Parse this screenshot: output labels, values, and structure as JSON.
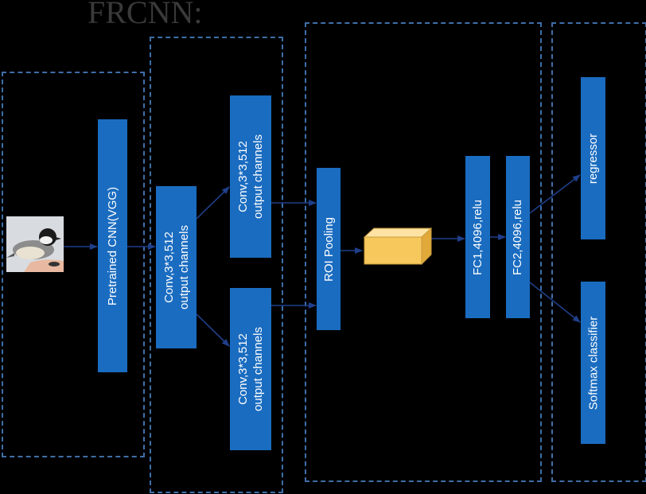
{
  "title": "FRCNN:",
  "blocks": {
    "pretrained": {
      "text": "Pretrained CNN(VGG)"
    },
    "conv_main": {
      "line1": "Conv,3*3,512",
      "line2": "output channels"
    },
    "conv_top": {
      "line1": "Conv,3*3,512",
      "line2": "output channels"
    },
    "conv_bottom": {
      "line1": "Conv,3*3,512",
      "line2": "output channels"
    },
    "roi": {
      "text": "ROI  Pooling"
    },
    "fc1": {
      "text": "FC1,4096,relu"
    },
    "fc2": {
      "text": "FC2,4096,relu"
    },
    "regressor": {
      "text": "regressor"
    },
    "softmax": {
      "text": "Softmax classifier"
    }
  },
  "colors": {
    "background": "#000000",
    "block": "#1a6cc0",
    "dashed_border": "#3f6ea8",
    "arrow": "#1f3f8a",
    "feature_box": "#f7c85c"
  },
  "icons": {
    "input_image": "bird-photo"
  }
}
